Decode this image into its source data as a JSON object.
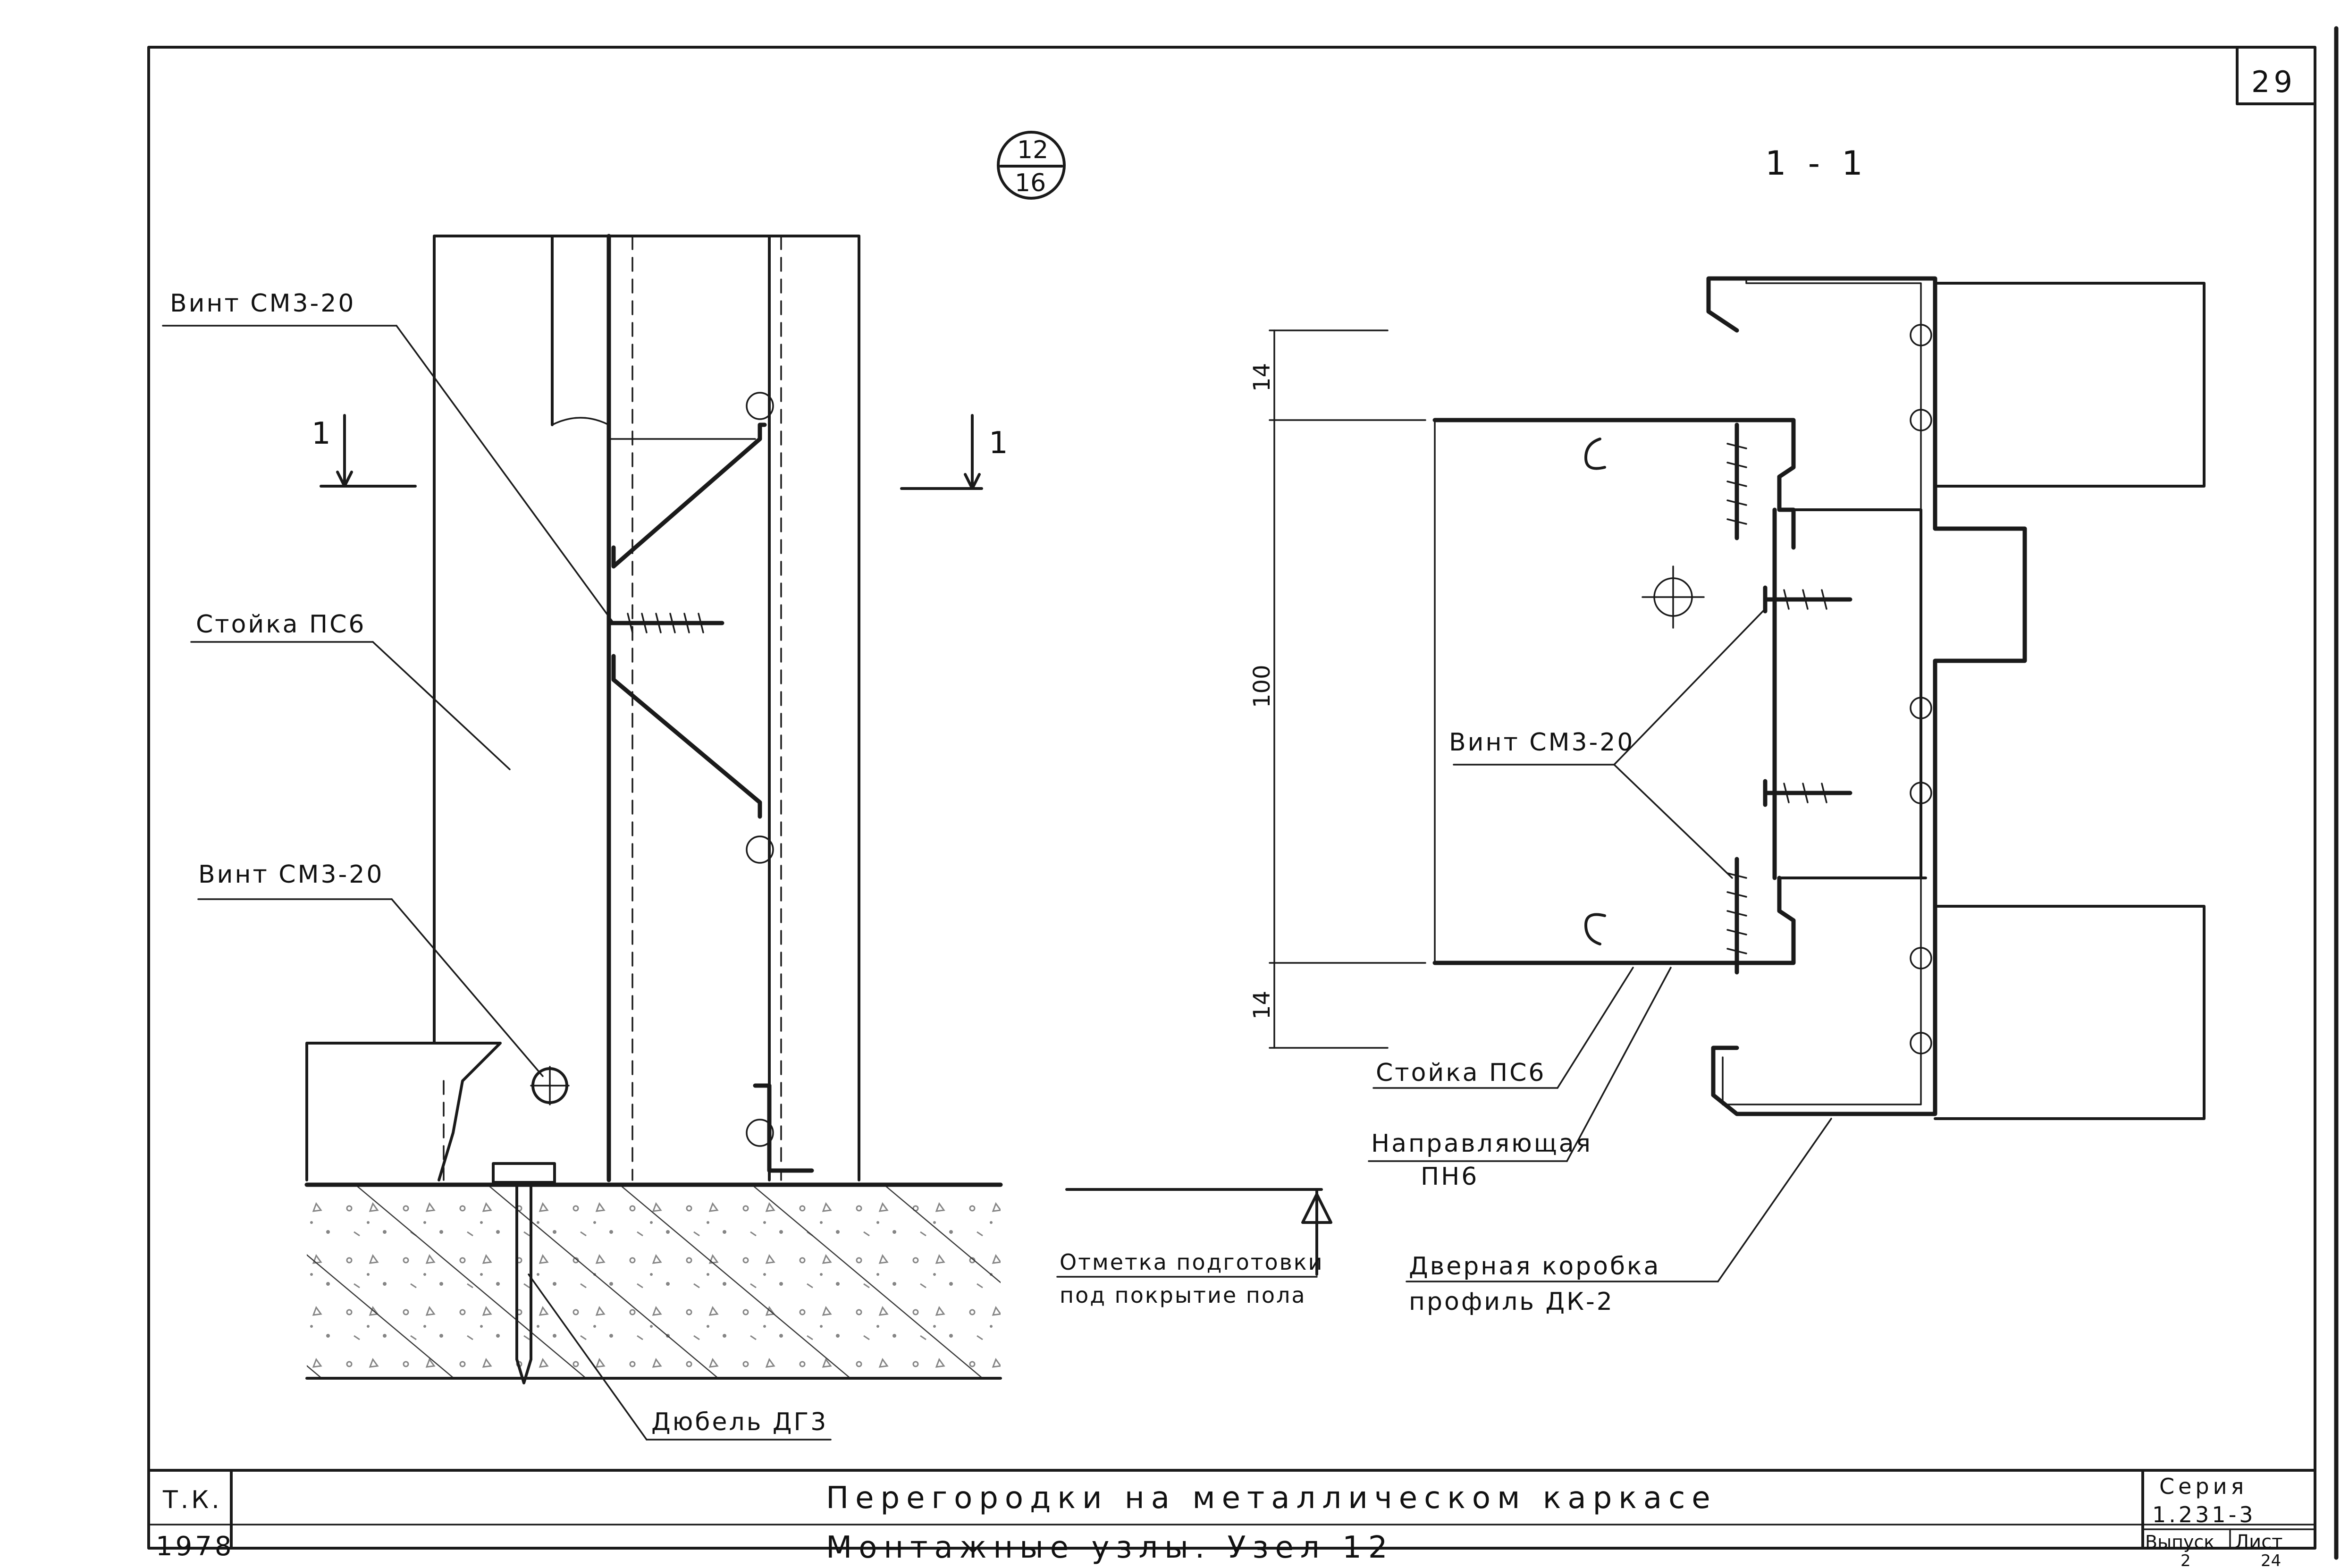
{
  "sheet": {
    "page_number": "29",
    "node_ref": {
      "top": "12",
      "bottom": "16"
    },
    "section_title": "1 - 1",
    "section_mark": "1"
  },
  "left_view": {
    "screw_top": "Винт СМ3-20",
    "stud": "Стойка ПС6",
    "screw_bottom": "Винт СМ3-20",
    "dowel": "Дюбель ДГ3"
  },
  "floor_note": {
    "line1": "Отметка подготовки",
    "line2": "под покрытие пола"
  },
  "right_view": {
    "dim_top": "14",
    "dim_mid": "100",
    "dim_bottom": "14",
    "screws": "Винт СМ3-20",
    "stud": "Стойка ПС6",
    "guide_line1": "Направляющая",
    "guide_line2": "ПН6",
    "frame_line1": "Дверная коробка",
    "frame_line2": "профиль ДК-2"
  },
  "title_block": {
    "org": "Т.К.",
    "year": "1978",
    "title_line1": "Перегородки на металлическом каркасе",
    "title_line2": "Монтажные узлы. Узел 12",
    "series_label": "Серия",
    "series_value": "1.231-3",
    "issue_label": "Выпуск",
    "issue_value": "2",
    "sheet_label": "Лист",
    "sheet_value": "24"
  }
}
